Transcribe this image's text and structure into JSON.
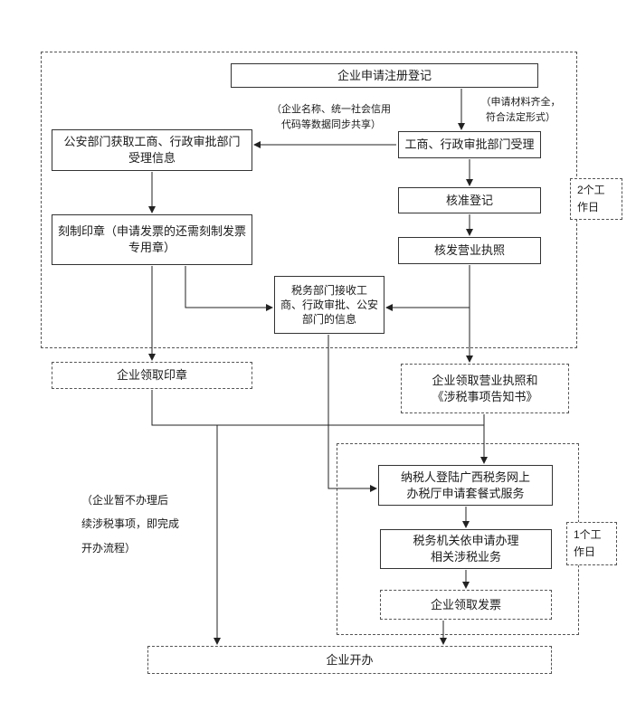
{
  "boxes": {
    "apply": "企业申请注册登记",
    "accept": "工商、行政审批部门受理",
    "police_info": "公安部门获取工商、行政审批部门\n受理信息",
    "engrave_seal": "刻制印章（申请发票的还需刻制发票\n专用章）",
    "approve_registration": "核准登记",
    "issue_license": "核发营业执照",
    "tax_receive_info": "税务部门接收工\n商、行政审批、公安\n部门的信息",
    "receive_seal": "企业领取印章",
    "receive_license": "企业领取营业执照和\n《涉税事项告知书》",
    "taxpayer_login": "纳税人登陆广西税务网上\n办税厅申请套餐式服务",
    "tax_handle": "税务机关依申请办理\n相关涉税业务",
    "receive_invoice": "企业领取发票",
    "enterprise_open": "企业开办"
  },
  "annotations": {
    "data_share": "（企业名称、统一社会信用\n代码等数据同步共享）",
    "materials_complete": "（申请材料齐全，\n符合法定形式）",
    "skip_note": "（企业暂不办理后\n续涉税事项，即完成\n开办流程）"
  },
  "duration_labels": {
    "two_days": "2个工\n作日",
    "one_day": "1个工\n作日"
  }
}
